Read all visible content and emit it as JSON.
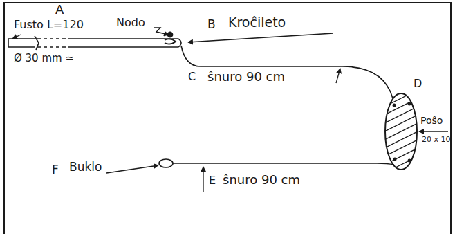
{
  "diagram": {
    "labels": [
      "A",
      "Fusto L=120",
      "Nodo",
      "B",
      "Kroĉileto",
      "Ø 30 mm ≃",
      "C",
      "ŝnuro 90 cm",
      "D",
      "Poŝo",
      "20 x 10",
      "F",
      "Buklo",
      "E",
      "ŝnuro 90 cm"
    ]
  }
}
